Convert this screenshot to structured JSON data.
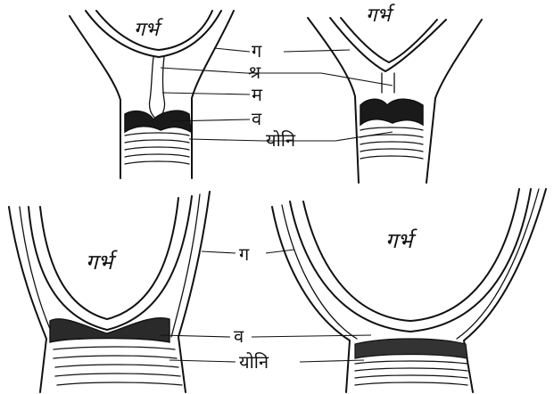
{
  "labels": {
    "uterus": "गर्भ",
    "ga": "ग",
    "shra": "श्र",
    "ma": "म",
    "va": "व",
    "vagina": "योनि"
  }
}
